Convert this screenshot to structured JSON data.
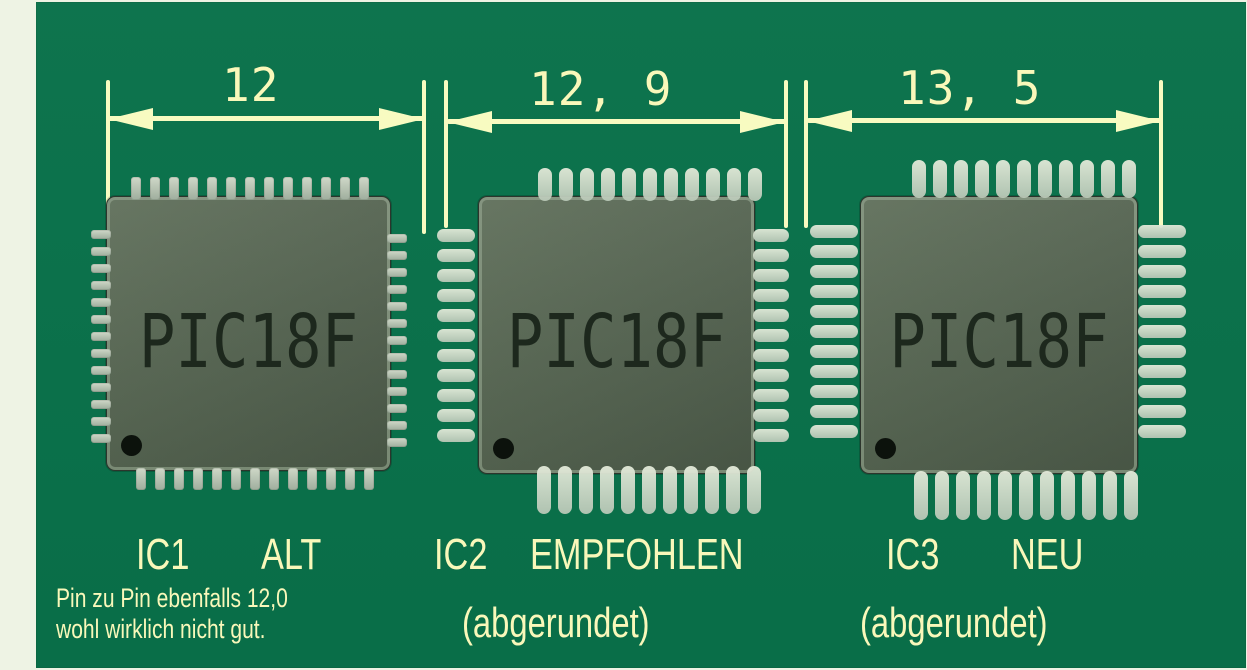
{
  "pcb": {
    "background_color": "#09714a",
    "silkscreen_color": "#f9f8ba",
    "component_color": "#55654f"
  },
  "dimensions": [
    {
      "value": "12"
    },
    {
      "value": "12, 9"
    },
    {
      "value": "13, 5"
    }
  ],
  "components": [
    {
      "marking": "PIC18F",
      "designator": "IC1",
      "status": "ALT",
      "note_line_1": "Pin zu Pin ebenfalls 12,0",
      "note_line_2": "wohl wirklich nicht gut."
    },
    {
      "marking": "PIC18F",
      "designator": "IC2",
      "status": "EMPFOHLEN",
      "detail": "(abgerundet)"
    },
    {
      "marking": "PIC18F",
      "designator": "IC3",
      "status": "NEU",
      "detail": "(abgerundet)"
    }
  ]
}
